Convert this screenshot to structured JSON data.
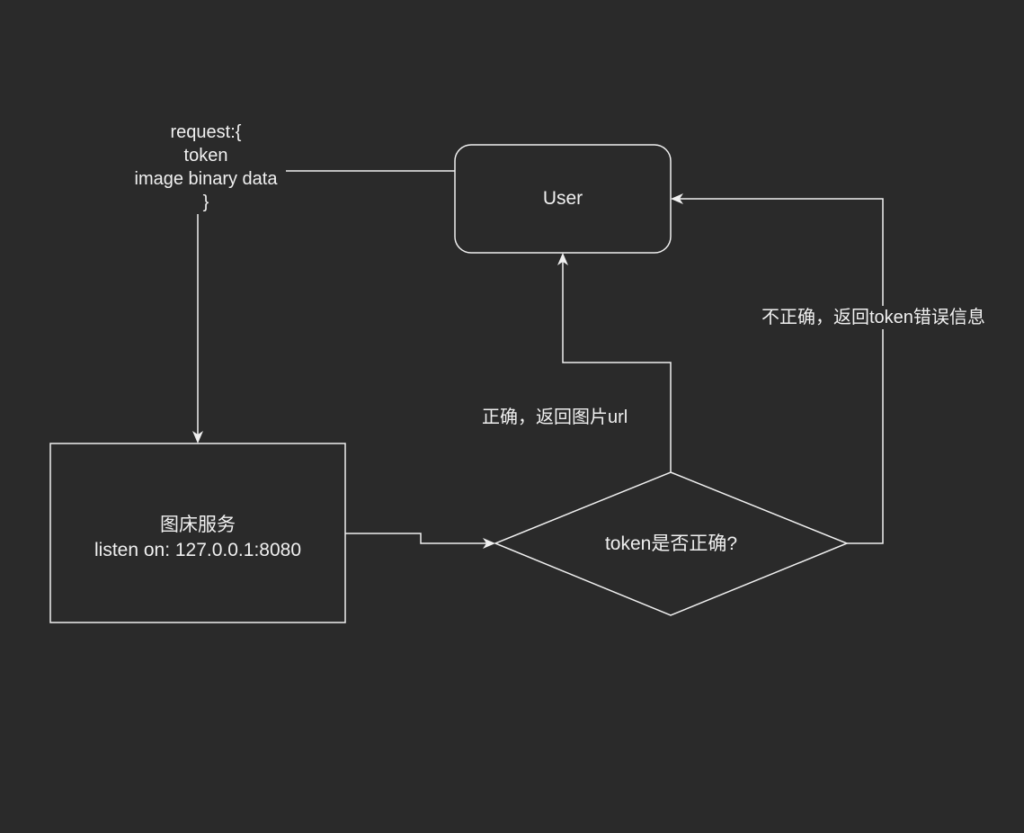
{
  "colors": {
    "background": "#2a2a2a",
    "stroke": "#f0f0f0",
    "text": "#f0f0f0"
  },
  "nodes": {
    "user": {
      "shape": "rounded-rectangle",
      "label": "User"
    },
    "image_service": {
      "shape": "rectangle",
      "line1": "图床服务",
      "line2": "listen on: 127.0.0.1:8080"
    },
    "token_check": {
      "shape": "diamond",
      "label": "token是否正确?"
    }
  },
  "edges": {
    "request": {
      "from": "user",
      "to": "image_service",
      "label_lines": [
        "request:{",
        "token",
        "image binary data",
        "}"
      ]
    },
    "service_to_check": {
      "from": "image_service",
      "to": "token_check",
      "label": ""
    },
    "correct": {
      "from": "token_check",
      "to": "user",
      "label": "正确，返回图片url"
    },
    "incorrect": {
      "from": "token_check",
      "to": "user",
      "label": "不正确，返回token错误信息"
    }
  }
}
